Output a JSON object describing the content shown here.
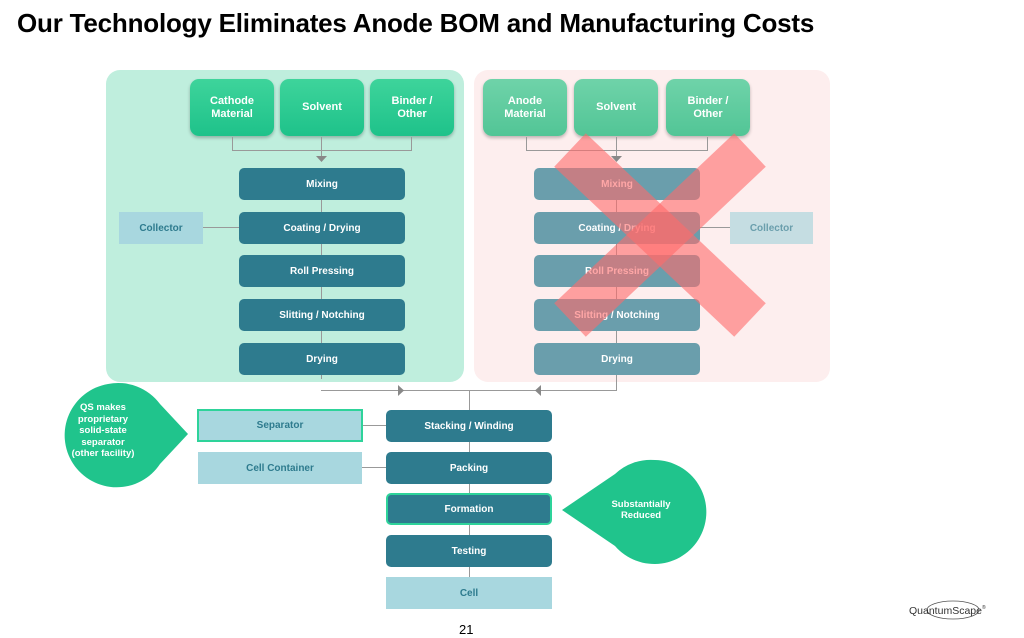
{
  "title": "Our Technology Eliminates Anode BOM and Manufacturing Costs",
  "cathode_panel": {
    "inputs": [
      {
        "label": "Cathode Material"
      },
      {
        "label": "Solvent"
      },
      {
        "label": "Binder / Other"
      }
    ],
    "steps": [
      {
        "label": "Mixing"
      },
      {
        "label": "Coating / Drying"
      },
      {
        "label": "Roll Pressing"
      },
      {
        "label": "Slitting / Notching"
      },
      {
        "label": "Drying"
      }
    ],
    "collector": "Collector"
  },
  "anode_panel": {
    "status": "eliminated",
    "inputs": [
      {
        "label": "Anode Material"
      },
      {
        "label": "Solvent"
      },
      {
        "label": "Binder / Other"
      }
    ],
    "steps": [
      {
        "label": "Mixing"
      },
      {
        "label": "Coating / Drying"
      },
      {
        "label": "Roll Pressing"
      },
      {
        "label": "Slitting / Notching"
      },
      {
        "label": "Drying"
      }
    ],
    "collector": "Collector"
  },
  "cell_assembly": {
    "steps": [
      {
        "label": "Stacking / Winding"
      },
      {
        "label": "Packing"
      },
      {
        "label": "Formation"
      },
      {
        "label": "Testing"
      }
    ],
    "output": "Cell",
    "separator": "Separator",
    "cell_container": "Cell Container"
  },
  "callouts": {
    "separator_note": "QS makes proprietary solid-state separator (other facility)",
    "formation_note": "Substantially Reduced"
  },
  "colors": {
    "accent_green": "#1ec28a",
    "step_teal": "#2e7b8e",
    "cross_red": "#ff6b6b",
    "cathode_panel_bg": "#bfeedd",
    "anode_panel_bg": "#fdeeee"
  },
  "footer": {
    "page_number": "21",
    "logo": "QuantumScape"
  }
}
